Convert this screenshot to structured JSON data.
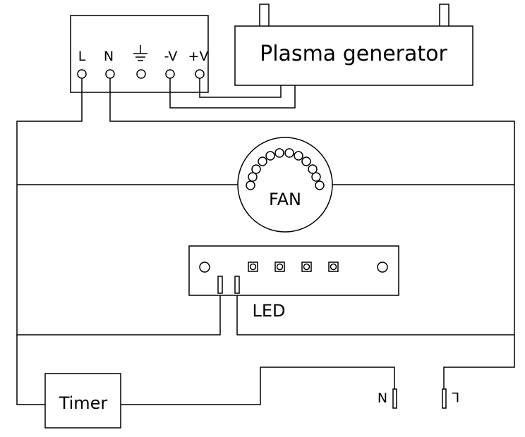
{
  "terminal_block": {
    "labels": [
      "L",
      "N",
      "⏚",
      "-V",
      "+V"
    ]
  },
  "plasma_generator": {
    "label": "Plasma generator"
  },
  "fan": {
    "label": "FAN"
  },
  "led": {
    "label": "LED"
  },
  "timer": {
    "label": "Timer"
  },
  "mains": {
    "n_label": "N",
    "l_label": "L"
  },
  "colors": {
    "line": "#000000",
    "background": "#ffffff"
  }
}
